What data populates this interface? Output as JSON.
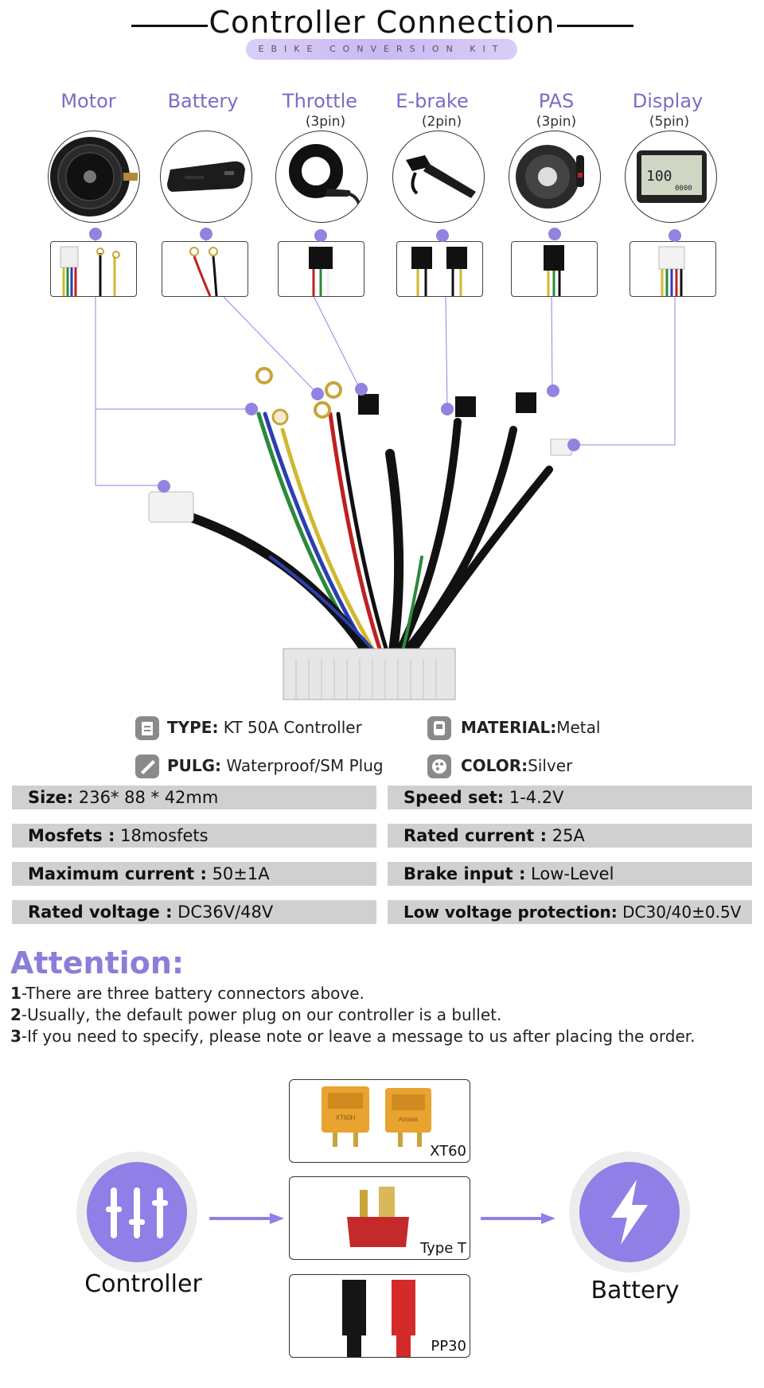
{
  "header": {
    "title": "Controller Connection",
    "subtitle": "EBIKE CONVERSION KIT"
  },
  "components": [
    {
      "label": "Motor",
      "sub": ""
    },
    {
      "label": "Battery",
      "sub": ""
    },
    {
      "label": "Throttle",
      "sub": "(3pin)"
    },
    {
      "label": "E-brake",
      "sub": "(2pin)"
    },
    {
      "label": "PAS",
      "sub": "(3pin)"
    },
    {
      "label": "Display",
      "sub": "(5pin)"
    }
  ],
  "display_screen": {
    "speed": "100",
    "readout": "0000"
  },
  "specs": {
    "type_label": "TYPE:",
    "type_value": " KT 50A Controller",
    "material_label": "MATERIAL:",
    "material_value": "Metal",
    "plug_label": "PULG:",
    "plug_value": " Waterproof/SM Plug",
    "color_label": "COLOR:",
    "color_value": "Silver"
  },
  "spec_rows": [
    {
      "label": "Size:",
      "value": " 236* 88 * 42mm"
    },
    {
      "label": "Speed set:",
      "value": " 1-4.2V"
    },
    {
      "label": "Mosfets :",
      "value": " 18mosfets"
    },
    {
      "label": "Rated current :",
      "value": " 25A"
    },
    {
      "label": "Maximum current :",
      "value": " 50±1A"
    },
    {
      "label": "Brake input :",
      "value": " Low-Level"
    },
    {
      "label": "Rated voltage :",
      "value": " DC36V/48V"
    },
    {
      "label": "Low voltage protection:",
      "value": " DC30/40±0.5V"
    }
  ],
  "attention": {
    "title": "Attention:",
    "notes": [
      {
        "num": "1",
        "text": "-There are three battery connectors above."
      },
      {
        "num": "2",
        "text": "-Usually, the default power plug on our controller is a bullet."
      },
      {
        "num": "3",
        "text": "-If you need to specify, please note or leave a message to us after placing the order."
      }
    ]
  },
  "connectors": {
    "controller_label": "Controller",
    "battery_label": "Battery",
    "plugs": [
      "XT60",
      "Type T",
      "PP30"
    ],
    "xt60_marks": [
      "XT60H",
      "Amass"
    ]
  },
  "colors": {
    "accent": "#8a7fd8",
    "dot": "#8f84e0",
    "bar": "#d0d0d0"
  }
}
